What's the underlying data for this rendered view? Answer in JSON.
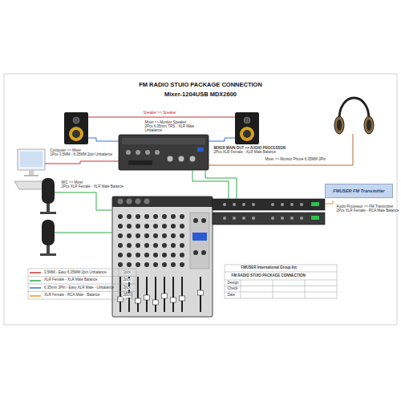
{
  "diagram": {
    "title": "FM RADIO STUIO PACKAGE CONNECTION",
    "nodes": [
      {
        "text": [
          "FMUSER FM Transmitter"
        ]
      }
    ],
    "labels": [
      "Mixer-1204USB MDX2600",
      "Speaker >> Speaker",
      "Mixer >> Monitor Speaker",
      "2Pcs 6.35mm TRS - XLR Male",
      "Unbalance",
      "Computer >> Mixer",
      "1Pcs 3.5MM - 6.35MM 2pin Unbalance",
      "MIXER MAIN OUT >> AUDIO PROCESSOR",
      "2Pcs XLR Female - XLR Male Balance",
      "Mixer >> Monitor Phone 6.35MM 3Pin",
      "Audio Processor >> FM Transmitter",
      "2Pcs XLR Female - RCA Male Balance",
      "MIC >> Mixer",
      "2Pcs XLR Female - XLR Male Balance",
      "1pcs",
      "2pcs",
      "2pcs",
      "2pcs",
      "FMUSER International Group Inc",
      "FM RADIO STUIO PACKAGE CONNECTION",
      "Design",
      "Check",
      "Date"
    ],
    "legend": [
      {
        "text": "3.5MM - Easy 6.35MM 2pin Unbalance"
      },
      {
        "text": "XLR Female - XLR Male Balance"
      },
      {
        "text": "6.35mm 3Pin - Easy XLR Male - Unbalance"
      },
      {
        "text": "XLR Female - RCA Male - Balance"
      }
    ]
  }
}
